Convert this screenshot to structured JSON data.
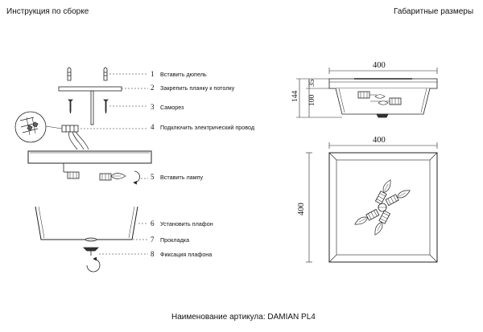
{
  "header": {
    "left_title": "Инструкция по сборке",
    "right_title": "Габаритные размеры"
  },
  "steps": [
    {
      "num": "1",
      "label": "Вставить дюпель"
    },
    {
      "num": "2",
      "label": "Закрепить планку к потолку"
    },
    {
      "num": "3",
      "label": "Саморез"
    },
    {
      "num": "4",
      "label": "Подключить электрический провод"
    },
    {
      "num": "5",
      "label": "Вставить лампу"
    },
    {
      "num": "6",
      "label": "Установить плафон"
    },
    {
      "num": "7",
      "label": "Прокладка"
    },
    {
      "num": "8",
      "label": "Фиксация плафона"
    }
  ],
  "dimensions": {
    "side_width": "400",
    "side_height": "144",
    "side_part_top": "35",
    "side_part_bottom": "100",
    "top_width": "400",
    "top_depth": "400"
  },
  "footer": {
    "article_name": "Наименование артикула: DAMIAN PL4"
  }
}
